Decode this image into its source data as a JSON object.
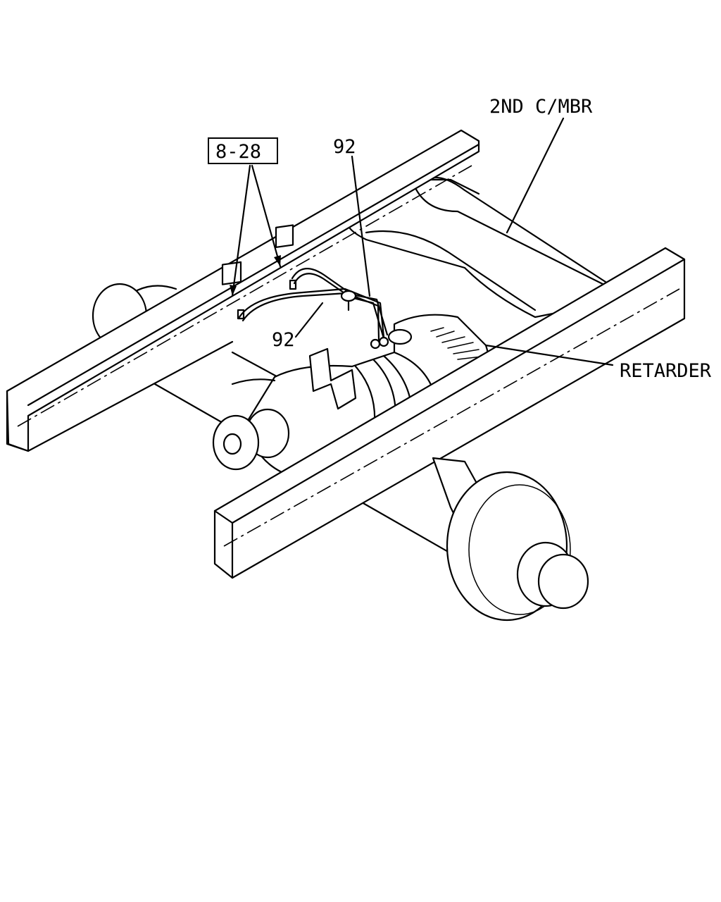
{
  "labels": {
    "ref_box": "8-28",
    "part_92_top": "92",
    "part_92_mid": "92",
    "cross_member": "2ND C/MBR",
    "retarder": "RETARDER"
  }
}
